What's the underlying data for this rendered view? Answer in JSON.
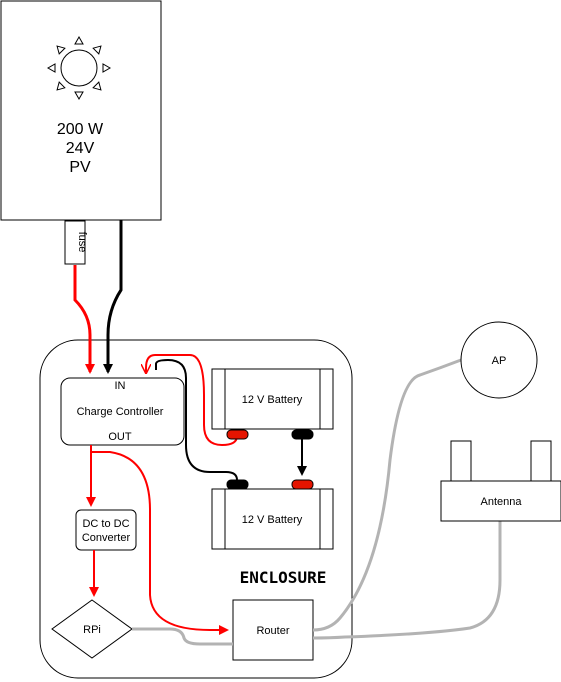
{
  "pv": {
    "line1": "200 W",
    "line2": "24V",
    "line3": "PV"
  },
  "fuse": {
    "label": "fuse"
  },
  "enclosure": {
    "label": "ENCLOSURE"
  },
  "charge_controller": {
    "in_label": "IN",
    "title": "Charge Controller",
    "out_label": "OUT"
  },
  "battery_top": {
    "label": "12 V Battery"
  },
  "battery_bottom": {
    "label": "12 V Battery"
  },
  "dc_converter": {
    "line1": "DC to DC",
    "line2": "Converter"
  },
  "rpi": {
    "label": "RPi"
  },
  "router": {
    "label": "Router"
  },
  "ap": {
    "label": "AP"
  },
  "antenna": {
    "label": "Antenna"
  },
  "colors": {
    "positive": "#ff0000",
    "negative": "#000000",
    "data_link": "#b3b3b3",
    "terminal_red": "#e51400"
  }
}
